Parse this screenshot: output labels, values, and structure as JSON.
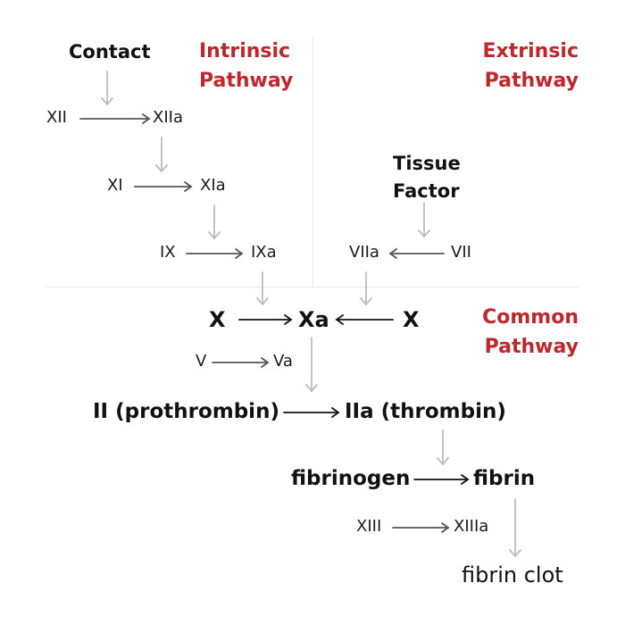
{
  "titles": {
    "intrinsic": [
      "Intrinsic",
      "Pathway"
    ],
    "extrinsic": [
      "Extrinsic",
      "Pathway"
    ],
    "common": [
      "Common",
      "Pathway"
    ]
  },
  "intrinsic": {
    "trigger": "Contact",
    "steps": [
      {
        "from": "XII",
        "to": "XIIa"
      },
      {
        "from": "XI",
        "to": "XIa"
      },
      {
        "from": "IX",
        "to": "IXa"
      }
    ]
  },
  "extrinsic": {
    "trigger": [
      "Tissue",
      "Factor"
    ],
    "step": {
      "from": "VII",
      "to": "VIIa"
    }
  },
  "common": {
    "x_left": "X",
    "xa": "Xa",
    "x_right": "X",
    "cofactor_v": {
      "from": "V",
      "to": "Va"
    },
    "prothrombin": "II (prothrombin)",
    "thrombin": "IIa (thrombin)",
    "fibrinogen": "fibrinogen",
    "fibrin": "fibrin",
    "cofactor_xiii": {
      "from": "XIII",
      "to": "XIIIa"
    },
    "clot": "fibrin clot"
  },
  "colors": {
    "title_red": "#c0272d",
    "activation_arrow": "#bdbdbd",
    "conversion_arrow_light": "#555555",
    "conversion_arrow_dark": "#111111",
    "divider": "#e6e6e6"
  }
}
